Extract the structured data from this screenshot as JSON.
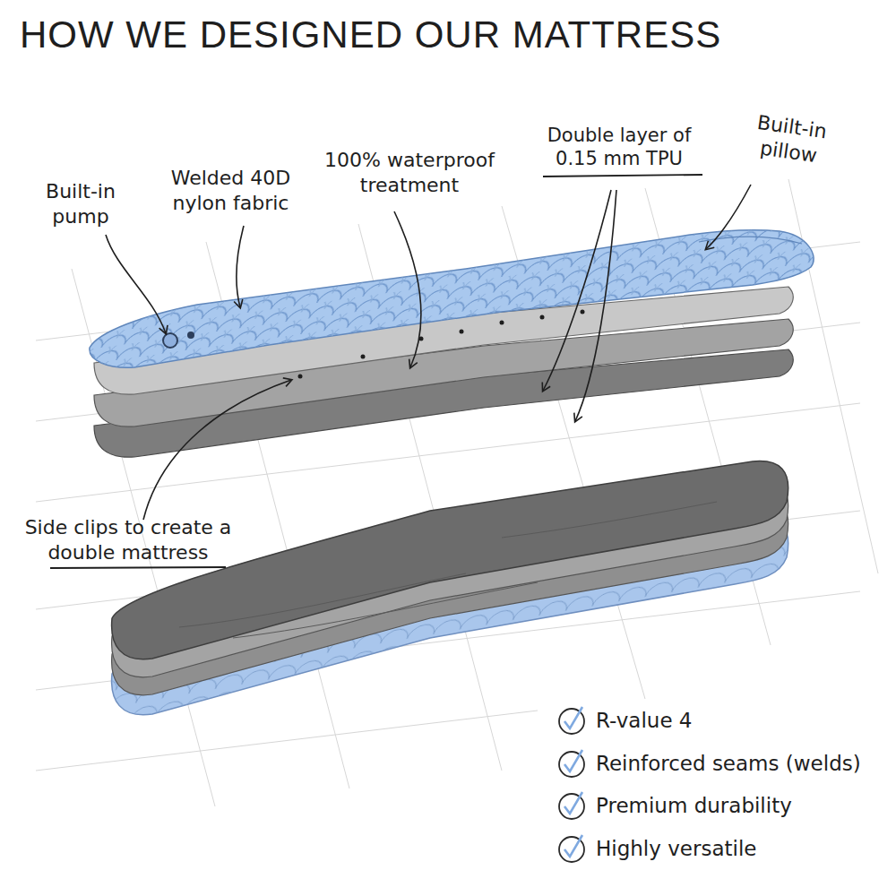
{
  "diagram": {
    "title": "HOW WE DESIGNED OUR MATTRESS",
    "labels": [
      "Built-in pump",
      "Welded 40D nylon fabric",
      "100% waterproof treatment",
      "Double layer of 0.15 mm TPU",
      "Built-in pillow",
      "Side clips to create a double mattress",
      "R-value 4",
      "Reinforced seams (welds)",
      "Premium durability",
      "Highly versatile"
    ]
  }
}
